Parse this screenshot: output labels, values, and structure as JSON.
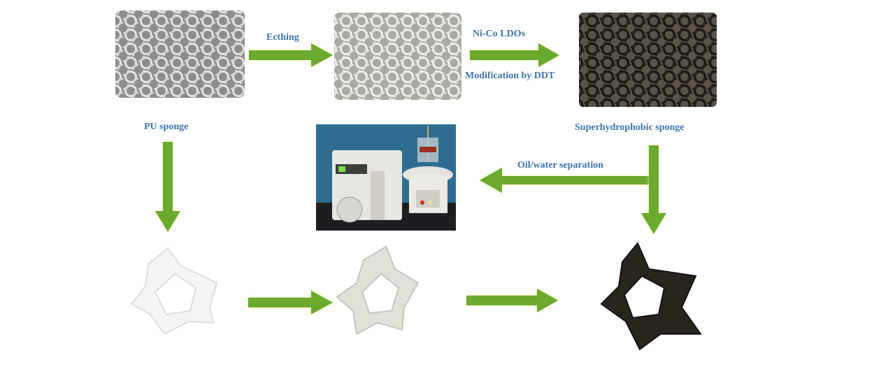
{
  "labels": {
    "etching": "Ecthing",
    "nico": "Ni-Co LDOs",
    "ddt": "Modification by DDT",
    "pu": "PU sponge",
    "superhydrophobic": "Superhydrophobic sponge",
    "oilwater": "Oil/water separation"
  },
  "colors": {
    "arrow": "#6aaa2e",
    "glow": "#f1f3a0",
    "text": "#3f74ad"
  }
}
